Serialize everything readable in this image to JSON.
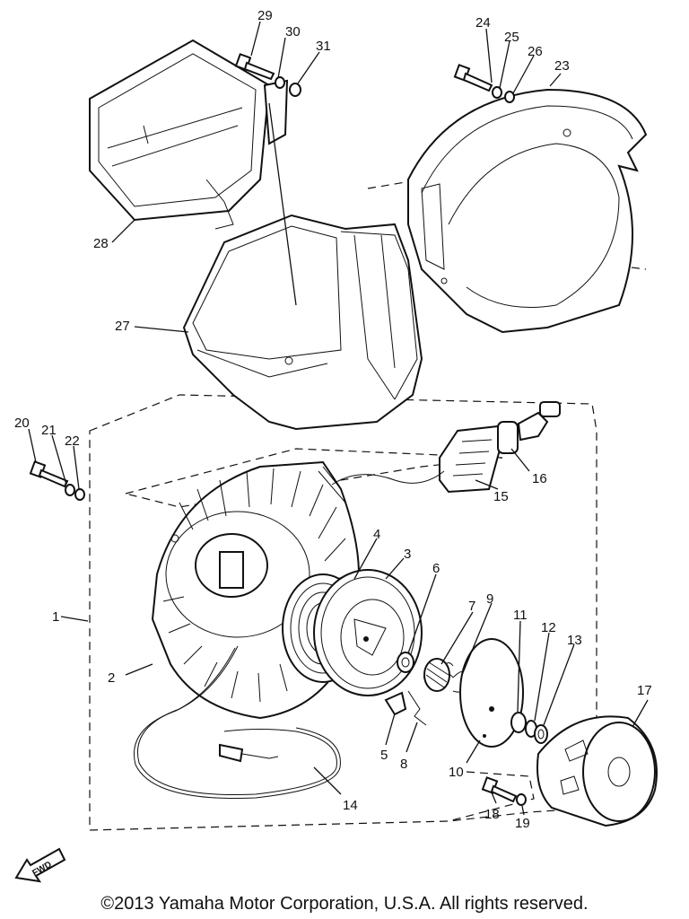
{
  "callouts": {
    "c1": "1",
    "c2": "2",
    "c3": "3",
    "c4": "4",
    "c5": "5",
    "c6": "6",
    "c7": "7",
    "c8": "8",
    "c9": "9",
    "c10": "10",
    "c11": "11",
    "c12": "12",
    "c13": "13",
    "c14": "14",
    "c15": "15",
    "c16": "16",
    "c17": "17",
    "c18": "18",
    "c19": "19",
    "c20": "20",
    "c21": "21",
    "c22": "22",
    "c23": "23",
    "c24": "24",
    "c25": "25",
    "c26": "26",
    "c27": "27",
    "c28": "28",
    "c29": "29",
    "c30": "30",
    "c31": "31"
  },
  "fwd_badge": "FWD",
  "copyright": "©2013 Yamaha Motor Corporation, U.S.A. All rights reserved."
}
